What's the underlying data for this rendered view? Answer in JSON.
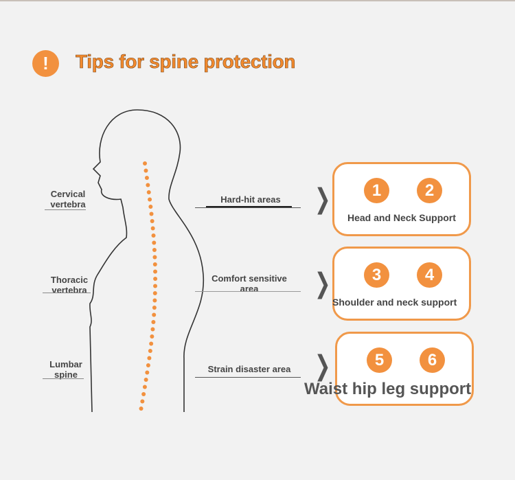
{
  "title": "Tips for spine protection",
  "alert_icon": "!",
  "accent": "#f2913f",
  "spine_labels": [
    "Cervical vertebra",
    "Thoracic vertebra",
    "Lumbar spine"
  ],
  "areas": [
    {
      "label": "Hard-hit areas",
      "support": "Head and Neck Support",
      "numbers": [
        "1",
        "2"
      ]
    },
    {
      "label": "Comfort sensitive area",
      "support": "Shoulder and neck support",
      "numbers": [
        "3",
        "4"
      ]
    },
    {
      "label": "Strain disaster area",
      "support": "Waist hip leg support",
      "numbers": [
        "5",
        "6"
      ]
    }
  ]
}
